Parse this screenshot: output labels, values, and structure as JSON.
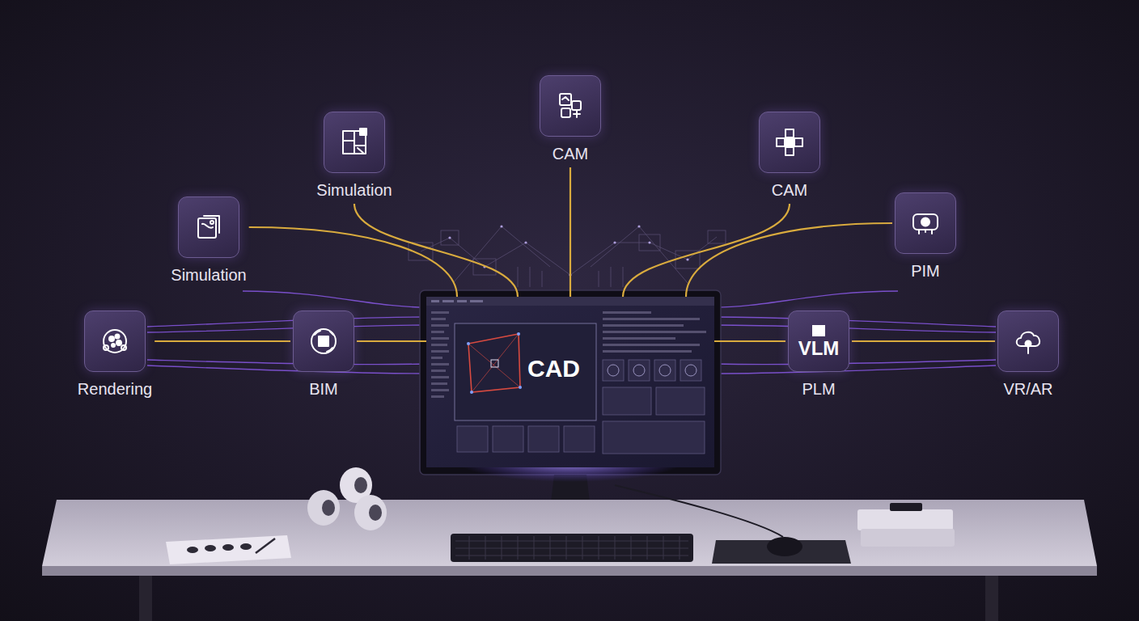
{
  "diagram": {
    "nodes": [
      {
        "text": [
          "CAM"
        ]
      },
      {
        "text": [
          "Simulation"
        ]
      },
      {
        "text": [
          "CAM"
        ]
      },
      {
        "text": [
          "Simulation"
        ]
      },
      {
        "text": [
          "PIM"
        ]
      },
      {
        "text": [
          "Rendering"
        ]
      },
      {
        "text": [
          "BIM"
        ]
      },
      {
        "text": [
          "CAD"
        ]
      },
      {
        "text": [
          "VLM",
          "PLM"
        ]
      },
      {
        "text": [
          "VR/AR"
        ]
      }
    ],
    "edges": [
      {
        "from": 0,
        "to": 7,
        "arrow": "none"
      },
      {
        "from": 1,
        "to": 7,
        "arrow": "none"
      },
      {
        "from": 2,
        "to": 7,
        "arrow": "none"
      },
      {
        "from": 3,
        "to": 7,
        "arrow": "none"
      },
      {
        "from": 4,
        "to": 7,
        "arrow": "none"
      },
      {
        "from": 5,
        "to": 6,
        "arrow": "none"
      },
      {
        "from": 6,
        "to": 7,
        "arrow": "none"
      },
      {
        "from": 8,
        "to": 7,
        "arrow": "none"
      },
      {
        "from": 9,
        "to": 8,
        "arrow": "none"
      }
    ]
  }
}
